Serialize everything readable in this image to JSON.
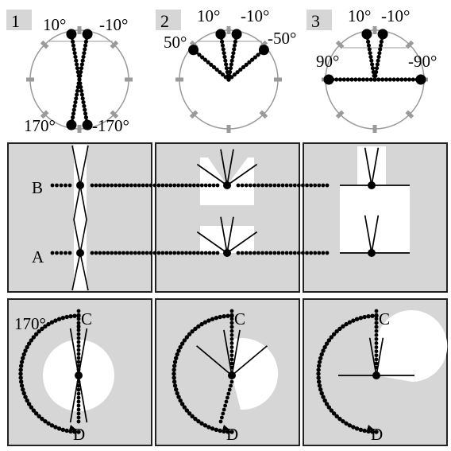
{
  "panels": [
    {
      "number": "1",
      "angles": [
        "10°",
        "-10°",
        "170°",
        "-170°"
      ]
    },
    {
      "number": "2",
      "angles": [
        "10°",
        "-10°",
        "50°",
        "-50°"
      ]
    },
    {
      "number": "3",
      "angles": [
        "10°",
        "-10°",
        "90°",
        "-90°"
      ]
    }
  ],
  "middle_row": {
    "label_top": "B",
    "label_bottom": "A"
  },
  "bottom_row": {
    "angle_label": "170°",
    "label_start": "C",
    "label_end": "D"
  },
  "colors": {
    "panel_fill": "#d6d6d6",
    "border": "#222222",
    "circle": "#9a9a9a",
    "tick": "#9a9a9a",
    "ink": "#000000"
  }
}
